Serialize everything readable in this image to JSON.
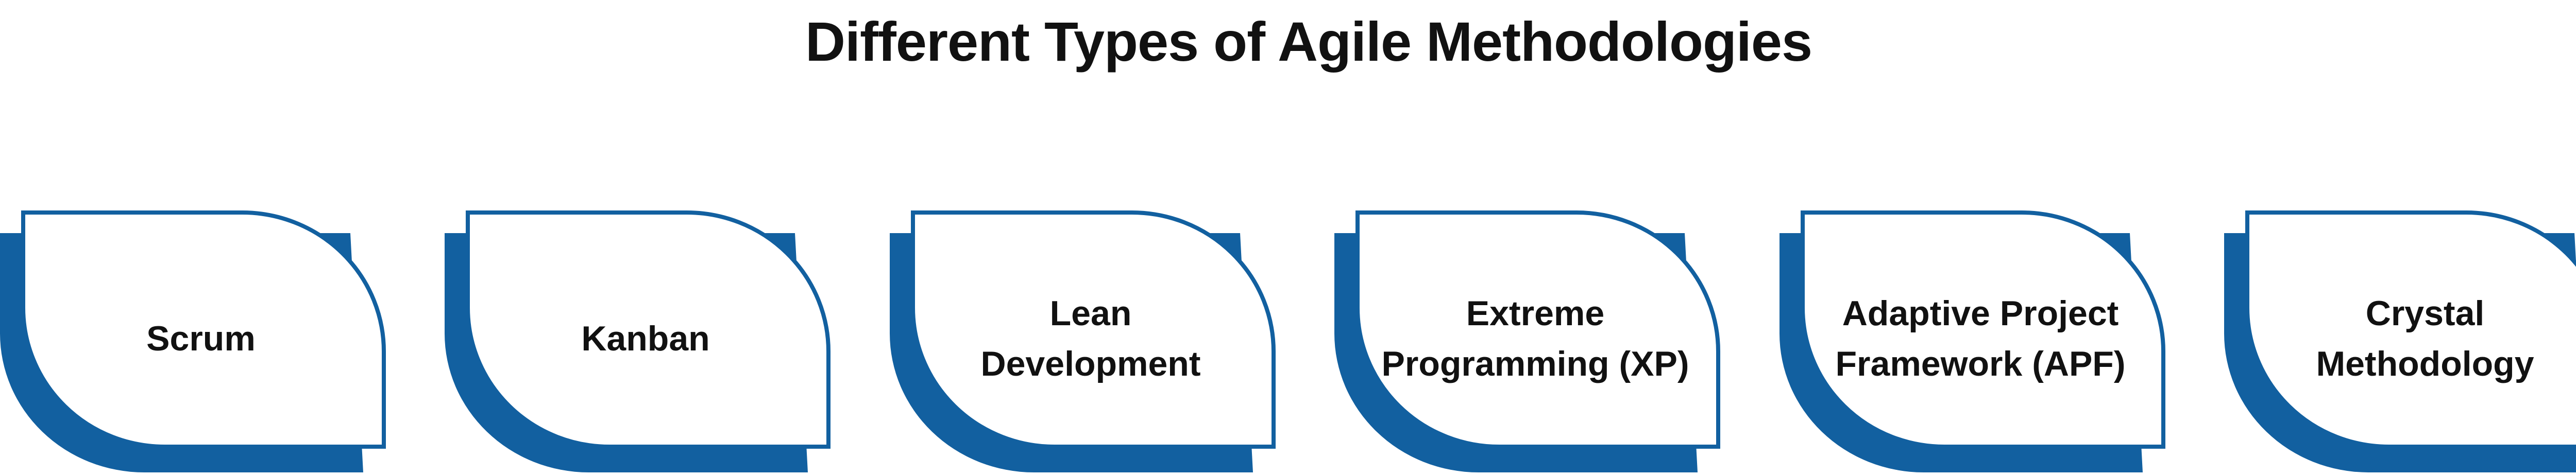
{
  "title": "Different Types of Agile Methodologies",
  "colors": {
    "accent": "#1260A0",
    "outline": "#1260A0",
    "card_fill": "#ffffff",
    "text": "#111111"
  },
  "methodologies": [
    {
      "lines": [
        "Scrum"
      ]
    },
    {
      "lines": [
        "Kanban"
      ]
    },
    {
      "lines": [
        "Lean",
        "Development"
      ]
    },
    {
      "lines": [
        "Extreme",
        "Programming (XP)"
      ]
    },
    {
      "lines": [
        "Adaptive Project",
        "Framework (APF)"
      ]
    },
    {
      "lines": [
        "Crystal",
        "Methodology"
      ]
    }
  ]
}
